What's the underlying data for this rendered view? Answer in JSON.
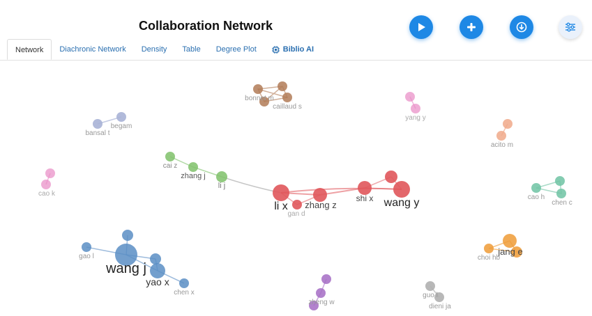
{
  "header": {
    "title": "Collaboration Network"
  },
  "toolbar": {
    "buttons": [
      {
        "icon": "play-icon",
        "style": "primary"
      },
      {
        "icon": "plus-icon",
        "style": "primary"
      },
      {
        "icon": "download-icon",
        "style": "primary"
      },
      {
        "icon": "sliders-icon",
        "style": "light"
      }
    ]
  },
  "tabs": [
    {
      "label": "Network",
      "active": true
    },
    {
      "label": "Diachronic Network",
      "active": false
    },
    {
      "label": "Density",
      "active": false
    },
    {
      "label": "Table",
      "active": false
    },
    {
      "label": "Degree Plot",
      "active": false
    },
    {
      "label": "Biblio AI",
      "active": false,
      "icon": "chip-icon"
    }
  ],
  "colors": {
    "accent": "#1e88e5",
    "tab_link": "#2a6fb0",
    "cluster_red": "#e0565b",
    "cluster_blue": "#5b8ec4",
    "cluster_green": "#7fc16a",
    "cluster_brown": "#b27b57",
    "cluster_orange": "#ef9b36",
    "cluster_purple": "#a56cc4",
    "cluster_pink": "#e88ac4",
    "cluster_teal": "#6fc3a3",
    "cluster_salmon": "#f0a98a",
    "cluster_lavender": "#a9b3d6",
    "cluster_gray": "#b0b0b0"
  },
  "network": {
    "labels": {
      "li_x": "li x",
      "gan_d": "gan d",
      "zhang_z": "zhang z",
      "shi_x": "shi x",
      "wang_y": "wang y",
      "cai_z": "cai z",
      "zhang_j": "zhang j",
      "li_j": "li j",
      "wang_j": "wang j",
      "yao_x": "yao x",
      "chen_x": "chen x",
      "gao_l": "gao l",
      "bonnet_m": "bonnet m",
      "caillaud_s": "caillaud s",
      "yang_y": "yang y",
      "begam": "begam",
      "bansal_t": "bansal t",
      "acito_m": "acito m",
      "cao_k": "cao k",
      "cao_h": "cao h",
      "chen_c": "chen c",
      "jang_e": "jang e",
      "choi_hb": "choi hb",
      "zheng_w": "zheng w",
      "guo_l": "guo l",
      "dieni_ja": "dieni ja"
    }
  }
}
